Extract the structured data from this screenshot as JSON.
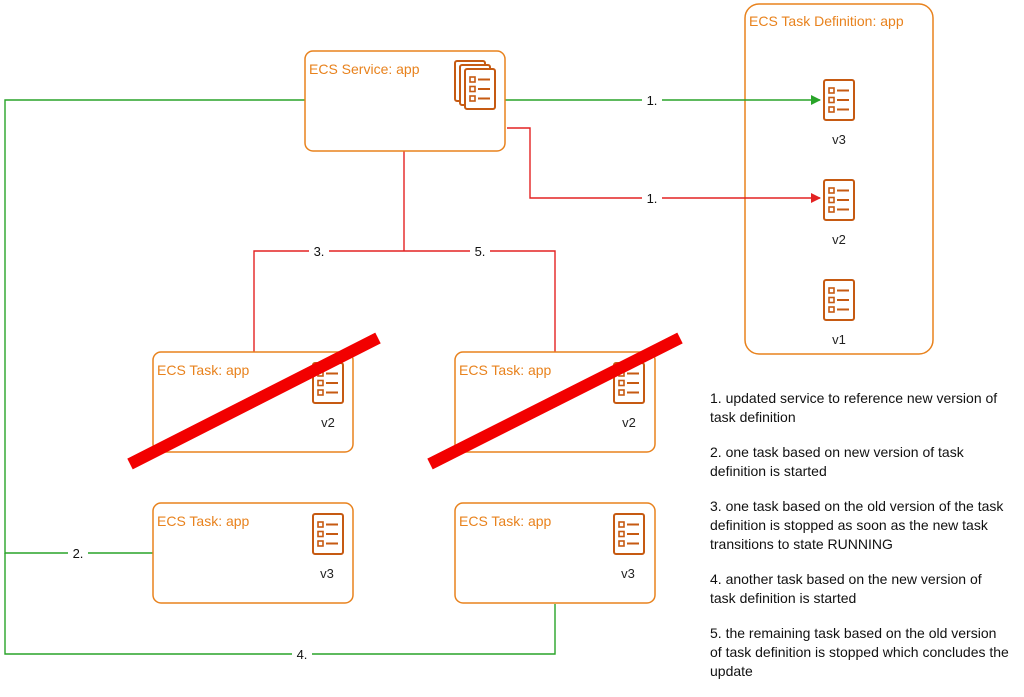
{
  "colors": {
    "orange": "#e8821d",
    "icon": "#c65a12",
    "green": "#28a428",
    "red": "#e32222",
    "cross": "#f20000"
  },
  "service": {
    "title": "ECS Service: app",
    "icon": "task-definitions-stack-icon"
  },
  "task_definition": {
    "title": "ECS Task Definition: app",
    "icon": "task-definition-document-icon",
    "versions": [
      "v3",
      "v2",
      "v1"
    ]
  },
  "tasks": [
    {
      "title": "ECS Task: app",
      "version": "v2",
      "stopped": true
    },
    {
      "title": "ECS Task: app",
      "version": "v2",
      "stopped": true
    },
    {
      "title": "ECS Task: app",
      "version": "v3",
      "stopped": false
    },
    {
      "title": "ECS Task: app",
      "version": "v3",
      "stopped": false
    }
  ],
  "edges": [
    {
      "label": "1.",
      "color": "green",
      "from": "ECS Service: app",
      "to": "v3"
    },
    {
      "label": "1.",
      "color": "red",
      "from": "ECS Service: app",
      "to": "v2"
    },
    {
      "label": "2.",
      "color": "green",
      "from": "ECS Service: app",
      "to": "ECS Task: app (v3, left)"
    },
    {
      "label": "3.",
      "color": "red",
      "from": "ECS Service: app",
      "to": "ECS Task: app (v2, left)"
    },
    {
      "label": "4.",
      "color": "green",
      "from": "ECS Service: app",
      "to": "ECS Task: app (v3, right)"
    },
    {
      "label": "5.",
      "color": "red",
      "from": "ECS Service: app",
      "to": "ECS Task: app (v2, right)"
    }
  ],
  "notes": [
    "1. updated service to reference new version of task definition",
    "2. one task based on new version of task definition is started",
    "3. one task based on the old version of the task definition is stopped as soon as the new task transitions to state RUNNING",
    "4. another task based on the new version of task definition is started",
    "5. the remaining task based on the old version of task definition is stopped which concludes the update"
  ]
}
